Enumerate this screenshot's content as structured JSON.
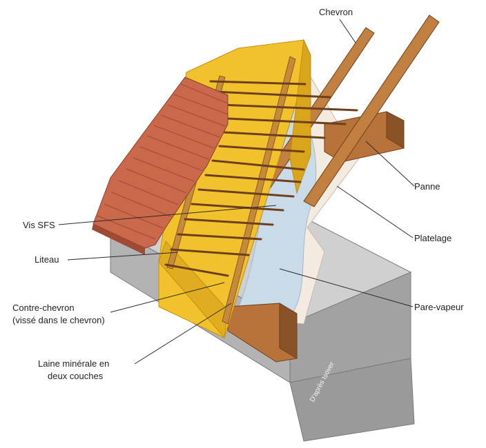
{
  "labels": {
    "chevron": "Chevron",
    "panne": "Panne",
    "platelage": "Platelage",
    "pare_vapeur": "Pare-vapeur",
    "vis_sfs": "Vis SFS",
    "liteau": "Liteau",
    "contre_chevron_1": "Contre-chevron",
    "contre_chevron_2": "(vissé dans le chevron)",
    "laine_1": "Laine minérale en",
    "laine_2": "deux couches"
  },
  "credit": "D'après Isover",
  "colors": {
    "wood": "#b8733a",
    "wood_dark": "#8a5227",
    "insulation": "#f2c22c",
    "insulation_dark": "#d9a61b",
    "tiles": "#c9684a",
    "tiles_dark": "#9e4a35",
    "vapour": "#c9dbe8",
    "board": "#f3ebe0",
    "concrete": "#bdbdbd",
    "concrete_dark": "#8f8f8f",
    "leader": "#2a2a2a"
  }
}
